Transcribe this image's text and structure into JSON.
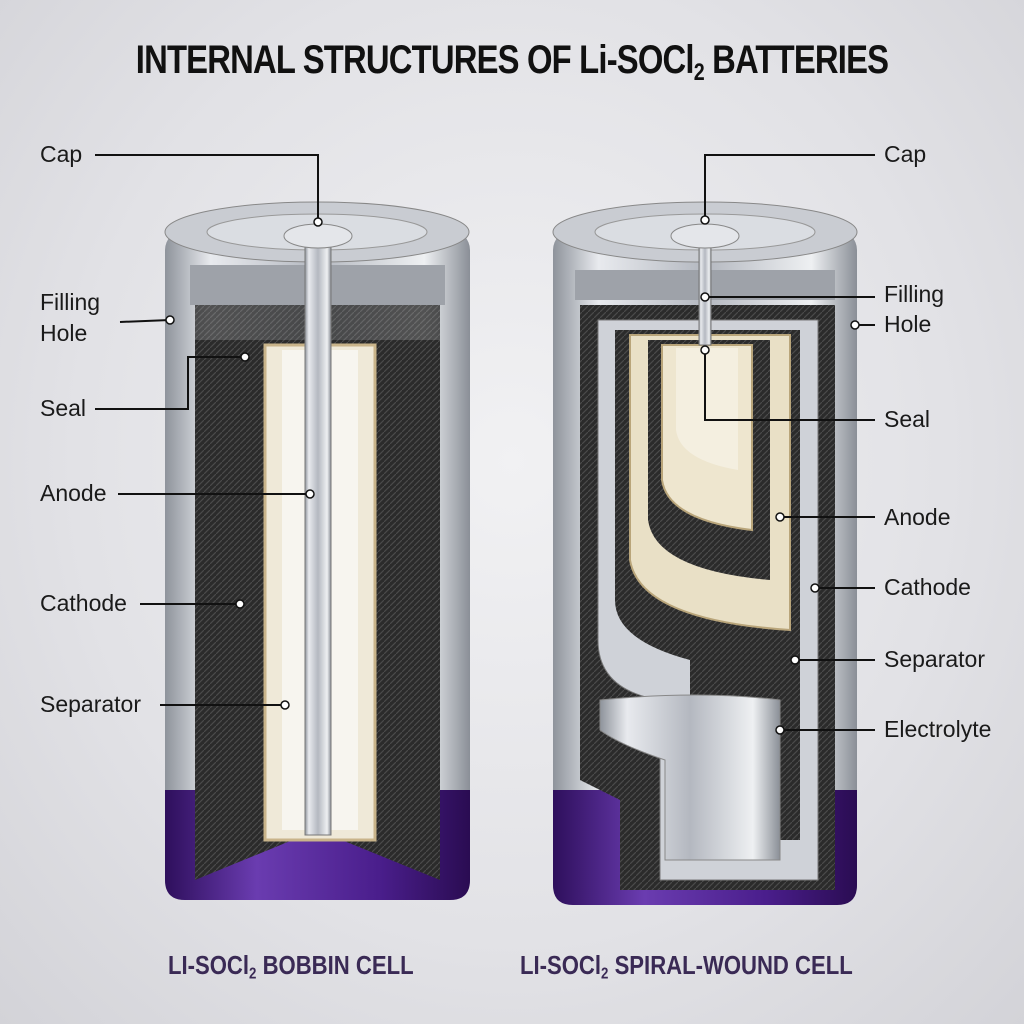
{
  "title": {
    "main": "INTERNAL STRUCTURES OF Li-SOCl",
    "sub": "2",
    "rest": " BATTERIES"
  },
  "cells": [
    {
      "caption_main": "LI-SOCl",
      "caption_sub": "2",
      "caption_rest": " BOBBIN CELL",
      "labels": [
        "Cap",
        "Filling",
        "Hole",
        "Seal",
        "Anode",
        "Cathode",
        "Separator"
      ]
    },
    {
      "caption_main": "LI-SOCl",
      "caption_sub": "2",
      "caption_rest": " SPIRAL-WOUND CELL",
      "labels": [
        "Cap",
        "Filling",
        "Hole",
        "Seal",
        "Anode",
        "Cathode",
        "Separator",
        "Electrolyte"
      ]
    }
  ],
  "colors": {
    "purple": "#4a1e8c",
    "metal": "#b8bcc4",
    "carbon": "#2a2a2a",
    "separator": "#efe9d8"
  }
}
